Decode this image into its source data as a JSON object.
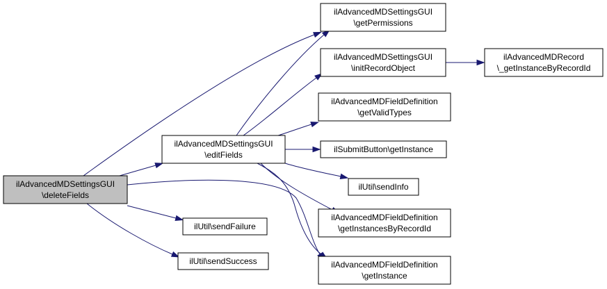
{
  "graph": {
    "title": "",
    "colors": {
      "edge": "#191970",
      "root_fill": "#bfbfbf",
      "node_fill": "#ffffff",
      "border": "#000000"
    },
    "nodes": [
      {
        "id": "deleteFields",
        "lines": [
          "ilAdvancedMDSettingsGUI",
          "\\deleteFields"
        ],
        "root": true
      },
      {
        "id": "editFields",
        "lines": [
          "ilAdvancedMDSettingsGUI",
          "\\editFields"
        ]
      },
      {
        "id": "getPermissions",
        "lines": [
          "ilAdvancedMDSettingsGUI",
          "\\getPermissions"
        ]
      },
      {
        "id": "initRecordObject",
        "lines": [
          "ilAdvancedMDSettingsGUI",
          "\\initRecordObject"
        ]
      },
      {
        "id": "getInstanceByRecordId",
        "lines": [
          "ilAdvancedMDRecord",
          "\\_getInstanceByRecordId"
        ]
      },
      {
        "id": "getValidTypes",
        "lines": [
          "ilAdvancedMDFieldDefinition",
          "\\getValidTypes"
        ]
      },
      {
        "id": "submitGetInstance",
        "lines": [
          "ilSubmitButton\\getInstance"
        ]
      },
      {
        "id": "sendInfo",
        "lines": [
          "ilUtil\\sendInfo"
        ]
      },
      {
        "id": "getInstancesByRecordId",
        "lines": [
          "ilAdvancedMDFieldDefinition",
          "\\getInstancesByRecordId"
        ]
      },
      {
        "id": "sendFailure",
        "lines": [
          "ilUtil\\sendFailure"
        ]
      },
      {
        "id": "sendSuccess",
        "lines": [
          "ilUtil\\sendSuccess"
        ]
      },
      {
        "id": "fieldGetInstance",
        "lines": [
          "ilAdvancedMDFieldDefinition",
          "\\getInstance"
        ]
      }
    ],
    "edges": [
      {
        "from": "deleteFields",
        "to": "editFields"
      },
      {
        "from": "deleteFields",
        "to": "getPermissions"
      },
      {
        "from": "deleteFields",
        "to": "sendFailure"
      },
      {
        "from": "deleteFields",
        "to": "sendSuccess"
      },
      {
        "from": "deleteFields",
        "to": "fieldGetInstance"
      },
      {
        "from": "editFields",
        "to": "getPermissions"
      },
      {
        "from": "editFields",
        "to": "initRecordObject"
      },
      {
        "from": "editFields",
        "to": "getValidTypes"
      },
      {
        "from": "editFields",
        "to": "submitGetInstance"
      },
      {
        "from": "editFields",
        "to": "sendInfo"
      },
      {
        "from": "editFields",
        "to": "getInstancesByRecordId"
      },
      {
        "from": "editFields",
        "to": "fieldGetInstance"
      },
      {
        "from": "initRecordObject",
        "to": "getInstanceByRecordId"
      }
    ]
  }
}
